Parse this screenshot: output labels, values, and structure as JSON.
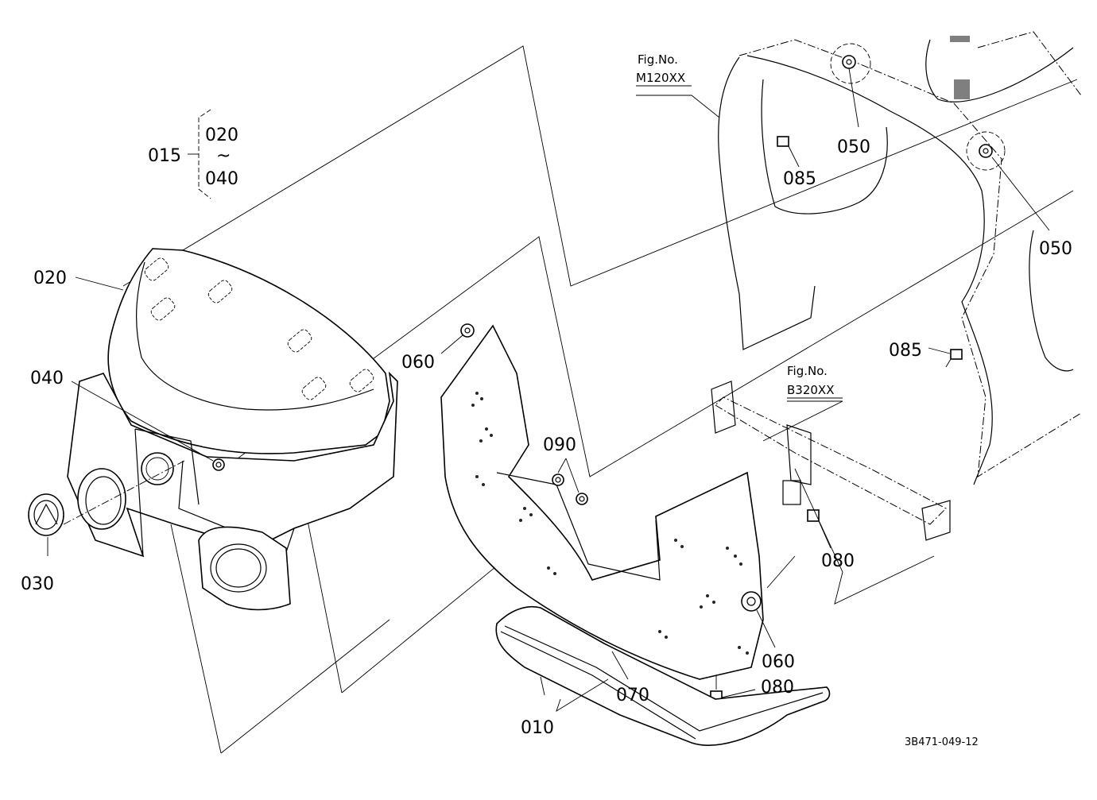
{
  "labels": {
    "l015": "015",
    "l020_range_top": "020",
    "l_range_sep": "~",
    "l040_range_bottom": "040",
    "l020": "020",
    "l040": "040",
    "l030": "030",
    "l060_top": "060",
    "l090": "090",
    "l060_bottom": "060",
    "l070": "070",
    "l010": "010",
    "l080_top": "080",
    "l080_bottom": "080",
    "l085_top": "085",
    "l085_right": "085",
    "l050_top": "050",
    "l050_right": "050"
  },
  "fig_refs": {
    "top_prefix": "Fig.No.",
    "top_number": "M120XX",
    "mid_prefix": "Fig.No.",
    "mid_number": "B320XX"
  },
  "drawing_code": "3B471-049-12"
}
